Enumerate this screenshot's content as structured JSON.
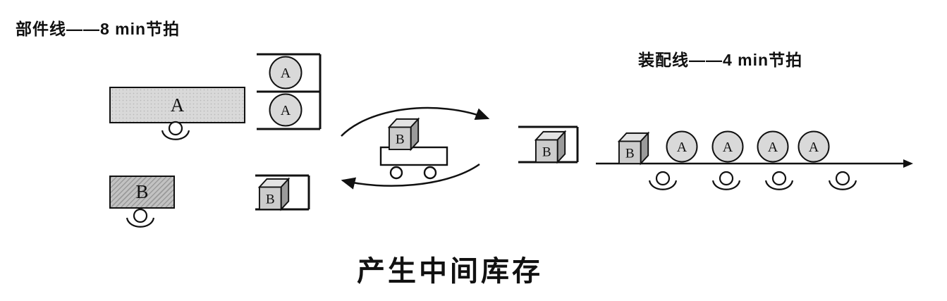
{
  "labels": {
    "parts_line": "部件线——8 min节拍",
    "assembly_line": "装配线——4 min节拍",
    "caption": "产生中间库存"
  },
  "parts_station_a": {
    "label": "A"
  },
  "parts_station_b": {
    "label": "B"
  },
  "rack_a": {
    "slots": [
      "A",
      "A"
    ]
  },
  "buffer_b_near_line": {
    "label": "B"
  },
  "transport_cart": {
    "load": "B"
  },
  "buffer_b_assembly": {
    "label": "B"
  },
  "assembly_items": {
    "cube": "B",
    "circles": [
      "A",
      "A",
      "A",
      "A"
    ]
  },
  "colors": {
    "station_a_fill": "#d9d9d9",
    "station_b_fill": "#c2c2c2",
    "part_circle_fill": "#d9d9d9",
    "cube_front": "#cccccc",
    "cube_top": "#e3e3e3",
    "cube_side": "#9b9b9b",
    "line_color": "#111111"
  }
}
